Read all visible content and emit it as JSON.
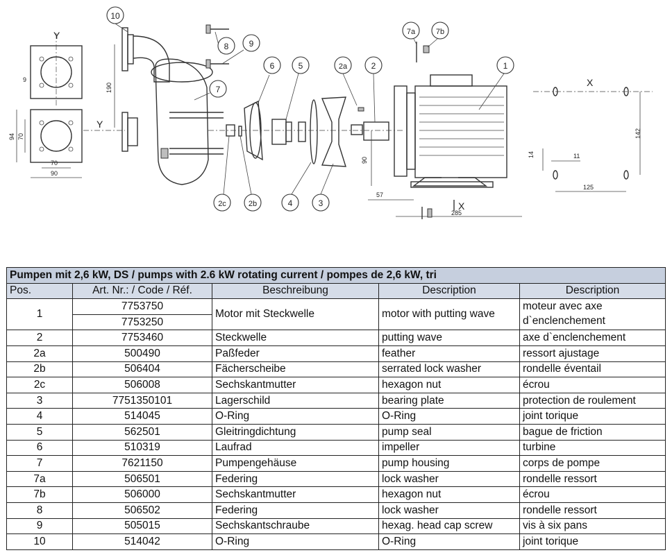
{
  "drawing": {
    "callouts": [
      "10",
      "9",
      "8",
      "7",
      "6",
      "5",
      "2a",
      "2",
      "7a",
      "7b",
      "1",
      "2c",
      "2b",
      "4",
      "3"
    ],
    "axis_labels": {
      "y_top": "Y",
      "y_mid": "Y",
      "x_top": "X",
      "x_bottom": "X"
    },
    "dimensions": {
      "flange_side": "9",
      "flange_h1": "94",
      "flange_h2": "70",
      "flange_w1": "70",
      "flange_w2": "90",
      "height_190": "190",
      "shaft_90": "90",
      "dim_57": "57",
      "dim_285": "285",
      "dim_14": "14",
      "dim_11": "11",
      "dim_142": "142",
      "dim_125": "125"
    }
  },
  "table": {
    "caption": "Pumpen mit 2,6 kW, DS / pumps with 2.6 kW rotating current / pompes de 2,6 kW, tri",
    "headers": [
      "Pos.",
      "Art. Nr.: / Code / Réf.",
      "Beschreibung",
      "Description",
      "Description"
    ],
    "row1": {
      "pos": "1",
      "codes": [
        "7753750",
        "7753250"
      ],
      "de": "Motor mit Steckwelle",
      "en": "motor with putting wave",
      "fr": "moteur avec axe d`enclenchement"
    },
    "rows": [
      [
        "2",
        "7753460",
        "Steckwelle",
        "putting wave",
        "axe d`enclenchement"
      ],
      [
        "2a",
        "500490",
        "Paßfeder",
        "feather",
        "ressort ajustage"
      ],
      [
        "2b",
        "506404",
        "Fächerscheibe",
        "serrated lock washer",
        "rondelle éventail"
      ],
      [
        "2c",
        "506008",
        "Sechskantmutter",
        "hexagon nut",
        "écrou"
      ],
      [
        "3",
        "7751350101",
        "Lagerschild",
        "bearing plate",
        "protection de roulement"
      ],
      [
        "4",
        "514045",
        "O-Ring",
        "O-Ring",
        "joint torique"
      ],
      [
        "5",
        "562501",
        "Gleitringdichtung",
        "pump seal",
        "bague de friction"
      ],
      [
        "6",
        "510319",
        "Laufrad",
        "impeller",
        "turbine"
      ],
      [
        "7",
        "7621150",
        "Pumpengehäuse",
        "pump housing",
        "corps de pompe"
      ],
      [
        "7a",
        "506501",
        "Federing",
        "lock washer",
        "rondelle ressort"
      ],
      [
        "7b",
        "506000",
        "Sechskantmutter",
        "hexagon nut",
        "écrou"
      ],
      [
        "8",
        "506502",
        "Federing",
        "lock washer",
        "rondelle ressort"
      ],
      [
        "9",
        "505015",
        "Sechskantschraube",
        "hexag. head cap screw",
        "vis à six pans"
      ],
      [
        "10",
        "514042",
        "O-Ring",
        "O-Ring",
        "joint torique"
      ]
    ]
  }
}
